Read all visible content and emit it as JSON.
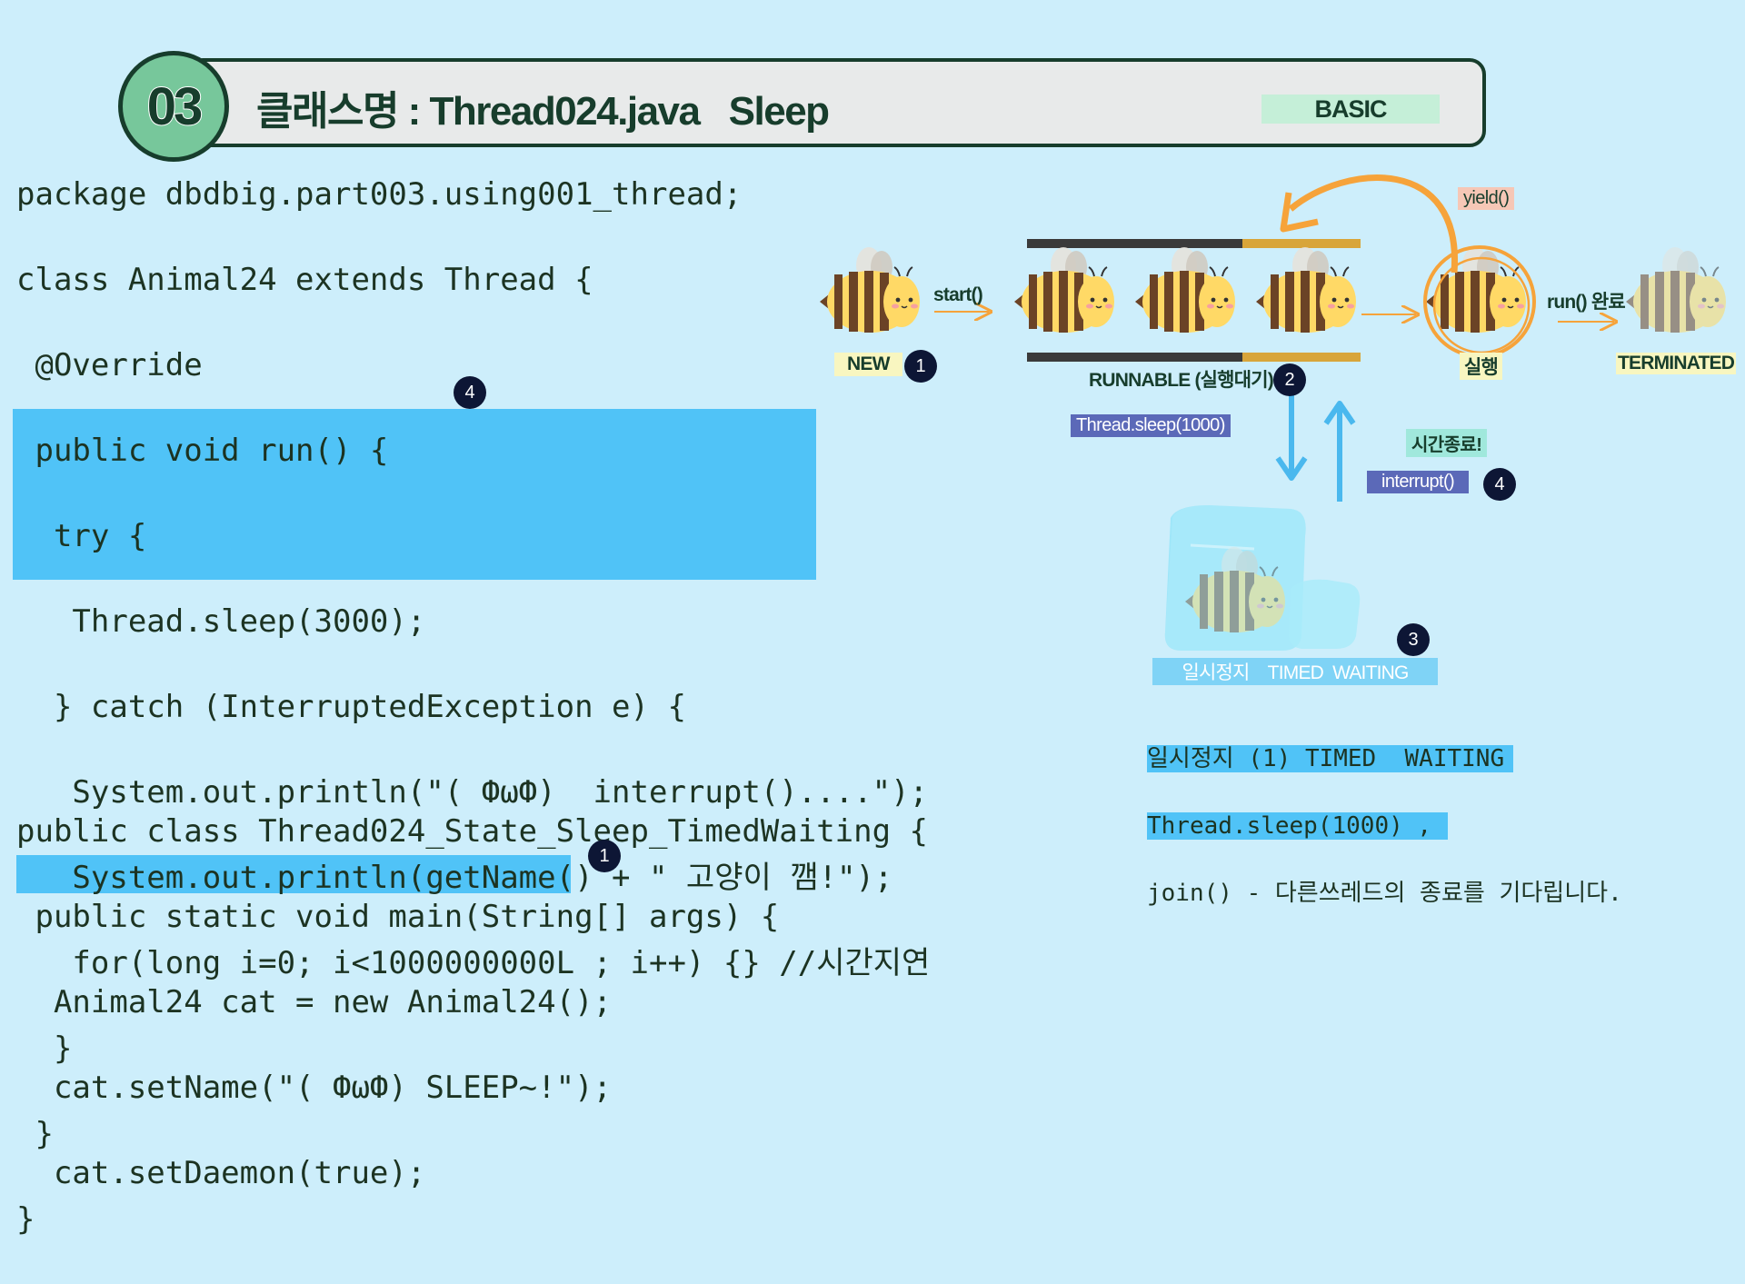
{
  "header": {
    "number": "03",
    "title": "클래스명 : Thread024.java   Sleep",
    "level": "BASIC"
  },
  "code_top": [
    "package dbdbig.part003.using001_thread;",
    "class Animal24 extends Thread {",
    " @Override",
    " public void run() {",
    "  try {",
    "   Thread.sleep(3000);",
    "  } catch (InterruptedException e) {",
    "   System.out.println(\"( ФωФ)  interrupt()....\");",
    "   System.out.println(getName() + \" 고양이 깸!\");",
    "   for(long i=0; i<1000000000L ; i++) {} //시간지연",
    "  }",
    " }",
    "}"
  ],
  "code_bottom": [
    "public class Thread024_State_Sleep_TimedWaiting {",
    " public static void main(String[] args) {",
    "  Animal24 cat = new Animal24();",
    "  cat.setName(\"( ФωФ) SLEEP~!\");",
    "  cat.setDaemon(true);"
  ],
  "markers": {
    "catch_marker": "4",
    "cat_marker": "1"
  },
  "diagram": {
    "yield_label": "yield()",
    "start_label": "start()",
    "run_done_label": "run() 완료",
    "new_label": "NEW",
    "new_num": "1",
    "runnable_label": "RUNNABLE (실행대기)",
    "runnable_num": "2",
    "running_label": "실행",
    "terminated_label": "TERMINATED",
    "sleep_tag": "Thread.sleep(1000)",
    "timeout_tag": "시간종료!",
    "interrupt_tag": "interrupt()",
    "interrupt_num": "4",
    "waiting_num": "3",
    "waiting_label": "일시정지    TIMED  WAITING"
  },
  "note": {
    "line1": "일시정지 (1) TIMED  WAITING",
    "line2": "Thread.sleep(1000) ,",
    "line3": "join() - 다른쓰레드의 종료를 기다립니다."
  },
  "colors": {
    "background": "#cdeefb",
    "highlight": "#50c3f7",
    "dark_green": "#173d2c",
    "badge_green": "#77c79b",
    "orange": "#f6a33a",
    "bee_yellow": "#ffd966",
    "bee_stripe": "#6b4326"
  }
}
